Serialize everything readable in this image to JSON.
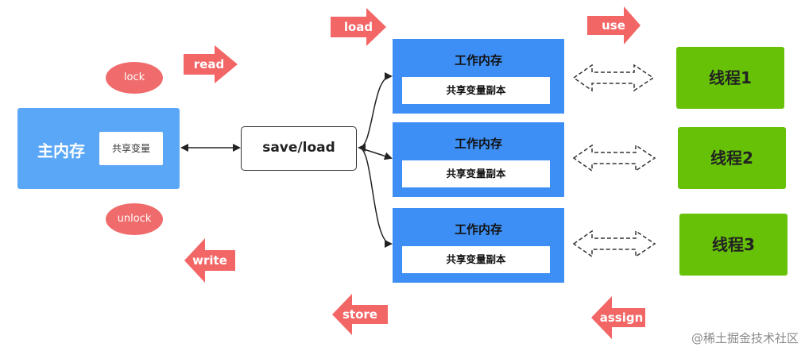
{
  "main_memory": {
    "title": "主内存",
    "variable": "共享变量"
  },
  "lock_label": "lock",
  "unlock_label": "unlock",
  "arrows": {
    "read": "read",
    "write": "write",
    "load": "load",
    "store": "store",
    "use": "use",
    "assign": "assign"
  },
  "save_load": "save/load",
  "work_memories": [
    {
      "title": "工作内存",
      "variable": "共享变量副本"
    },
    {
      "title": "工作内存",
      "variable": "共享变量副本"
    },
    {
      "title": "工作内存",
      "variable": "共享变量副本"
    }
  ],
  "threads": [
    "线程1",
    "线程2",
    "线程3"
  ],
  "watermark": "@稀土掘金技术社区",
  "colors": {
    "arrow": "#f26666",
    "main_memory": "#5ba7f7",
    "work_memory": "#3d8ff5",
    "thread": "#66c107",
    "ellipse": "#f06b6b"
  }
}
